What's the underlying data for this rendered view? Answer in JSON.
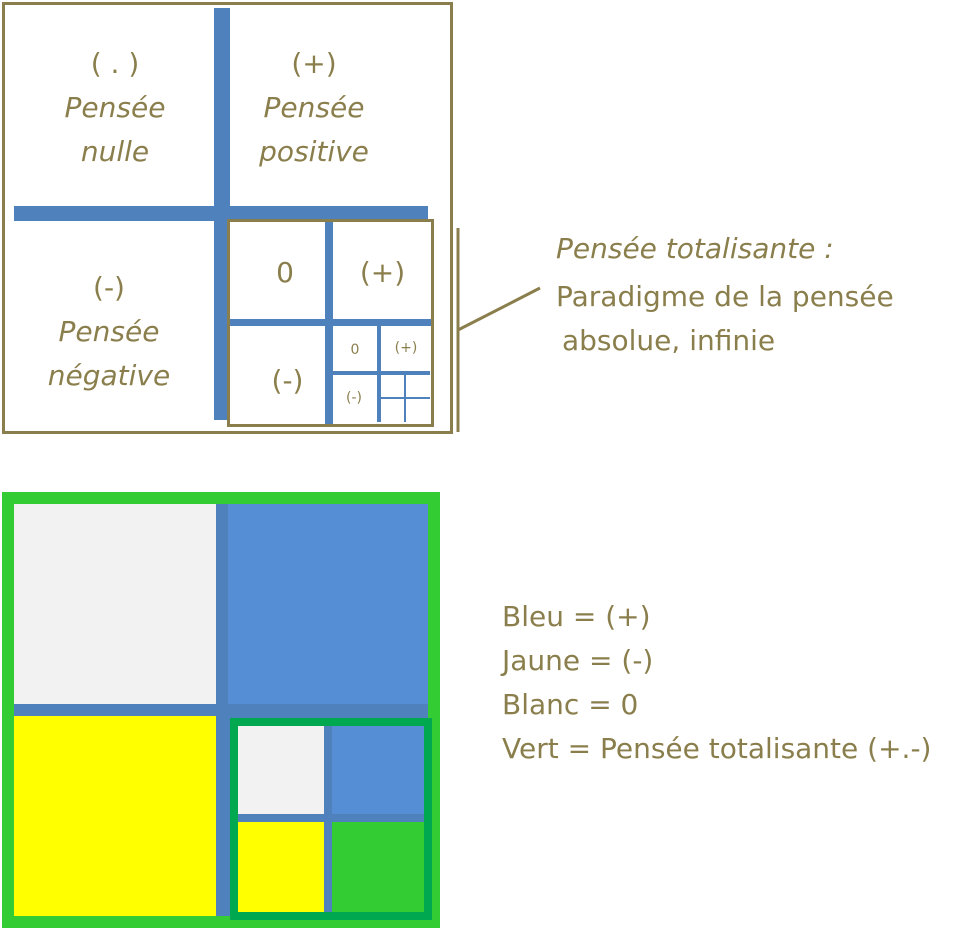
{
  "top_diagram": {
    "quadrant_null": {
      "symbol": "( . )",
      "line1": "Pensée",
      "line2": "nulle"
    },
    "quadrant_positive": {
      "symbol": "(+)",
      "line1": "Pensée",
      "line2": "positive"
    },
    "quadrant_negative": {
      "symbol": "(-)",
      "line1": "Pensée",
      "line2": "négative"
    },
    "sub_level_1": {
      "zero": "0",
      "plus": "(+)",
      "minus": "(-)"
    },
    "sub_level_2": {
      "zero": "0",
      "plus": "(+)",
      "minus": "(-)"
    },
    "callout": {
      "title": "Pensée totalisante :",
      "line1": "Paradigme de la pensée",
      "line2": "absolue, infinie"
    }
  },
  "bottom_diagram": {
    "legend": [
      "Bleu = (+)",
      "Jaune = (-)",
      "Blanc = 0",
      "Vert = Pensée totalisante (+.-)"
    ]
  },
  "colors": {
    "olive": "#8a7f4c",
    "bar_blue": "#4f81bd",
    "fill_blue": "#558ed5",
    "yellow": "#ffff00",
    "white_grey": "#f2f2f2",
    "green_outer": "#33cc33",
    "green_inner": "#00a84f"
  }
}
